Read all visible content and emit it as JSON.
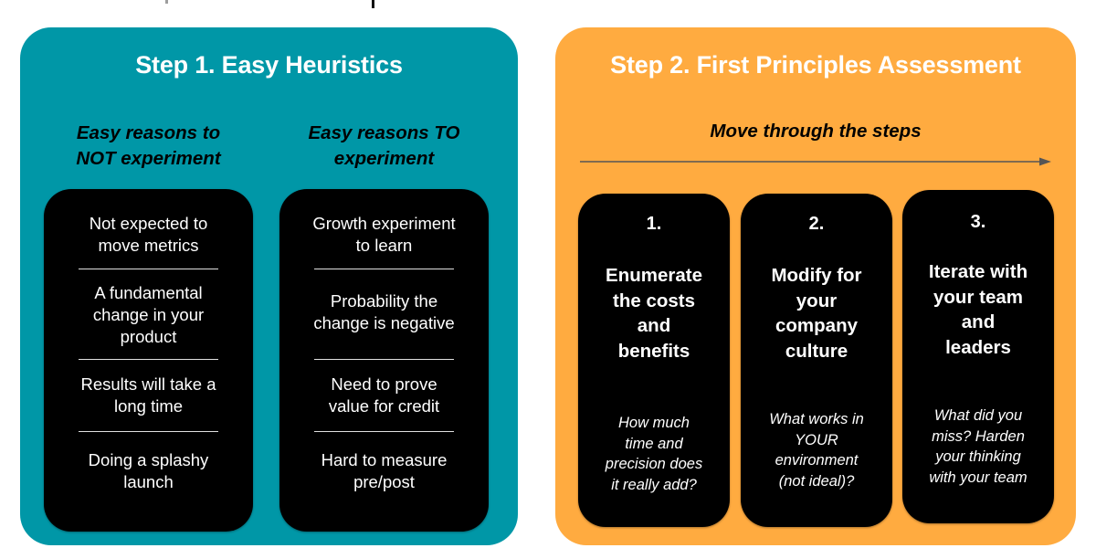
{
  "colors": {
    "teal_panel": "#0097A7",
    "orange_panel": "#FFAB40",
    "card": "#000000",
    "panel_title": "#FFFFFF",
    "arrow": "#555555"
  },
  "step1": {
    "title": "Step 1. Easy Heuristics",
    "columns": [
      {
        "heading_line1": "Easy reasons to",
        "heading_line2": "NOT experiment",
        "items": [
          [
            "Not expected to",
            "move metrics"
          ],
          [
            "A fundamental",
            "change in your",
            "product"
          ],
          [
            "Results will take a",
            "long time"
          ],
          [
            "Doing a splashy",
            "launch"
          ]
        ]
      },
      {
        "heading_line1": "Easy reasons TO",
        "heading_line2": "experiment",
        "items": [
          [
            "Growth experiment",
            "to learn"
          ],
          [
            "Probability the",
            "change is negative"
          ],
          [
            "Need to prove",
            "value for credit"
          ],
          [
            "Hard to measure",
            "pre/post"
          ]
        ]
      }
    ]
  },
  "step2": {
    "title": "Step 2. First Principles Assessment",
    "subheading": "Move through the steps",
    "arrow_icon": "arrow-right-icon",
    "steps": [
      {
        "number": "1.",
        "title": [
          "Enumerate",
          "the costs",
          "and",
          "benefits"
        ],
        "description": [
          "How much",
          "time and",
          "precision does",
          "it really add?"
        ]
      },
      {
        "number": "2.",
        "title": [
          "Modify for",
          "your",
          "company",
          "culture"
        ],
        "description": [
          "What works in",
          "YOUR",
          "environment",
          "(not ideal)?"
        ]
      },
      {
        "number": "3.",
        "title": [
          "Iterate with",
          "your team",
          "and",
          "leaders"
        ],
        "description": [
          "What did you",
          "miss? Harden",
          "your thinking",
          "with your team"
        ]
      }
    ]
  }
}
